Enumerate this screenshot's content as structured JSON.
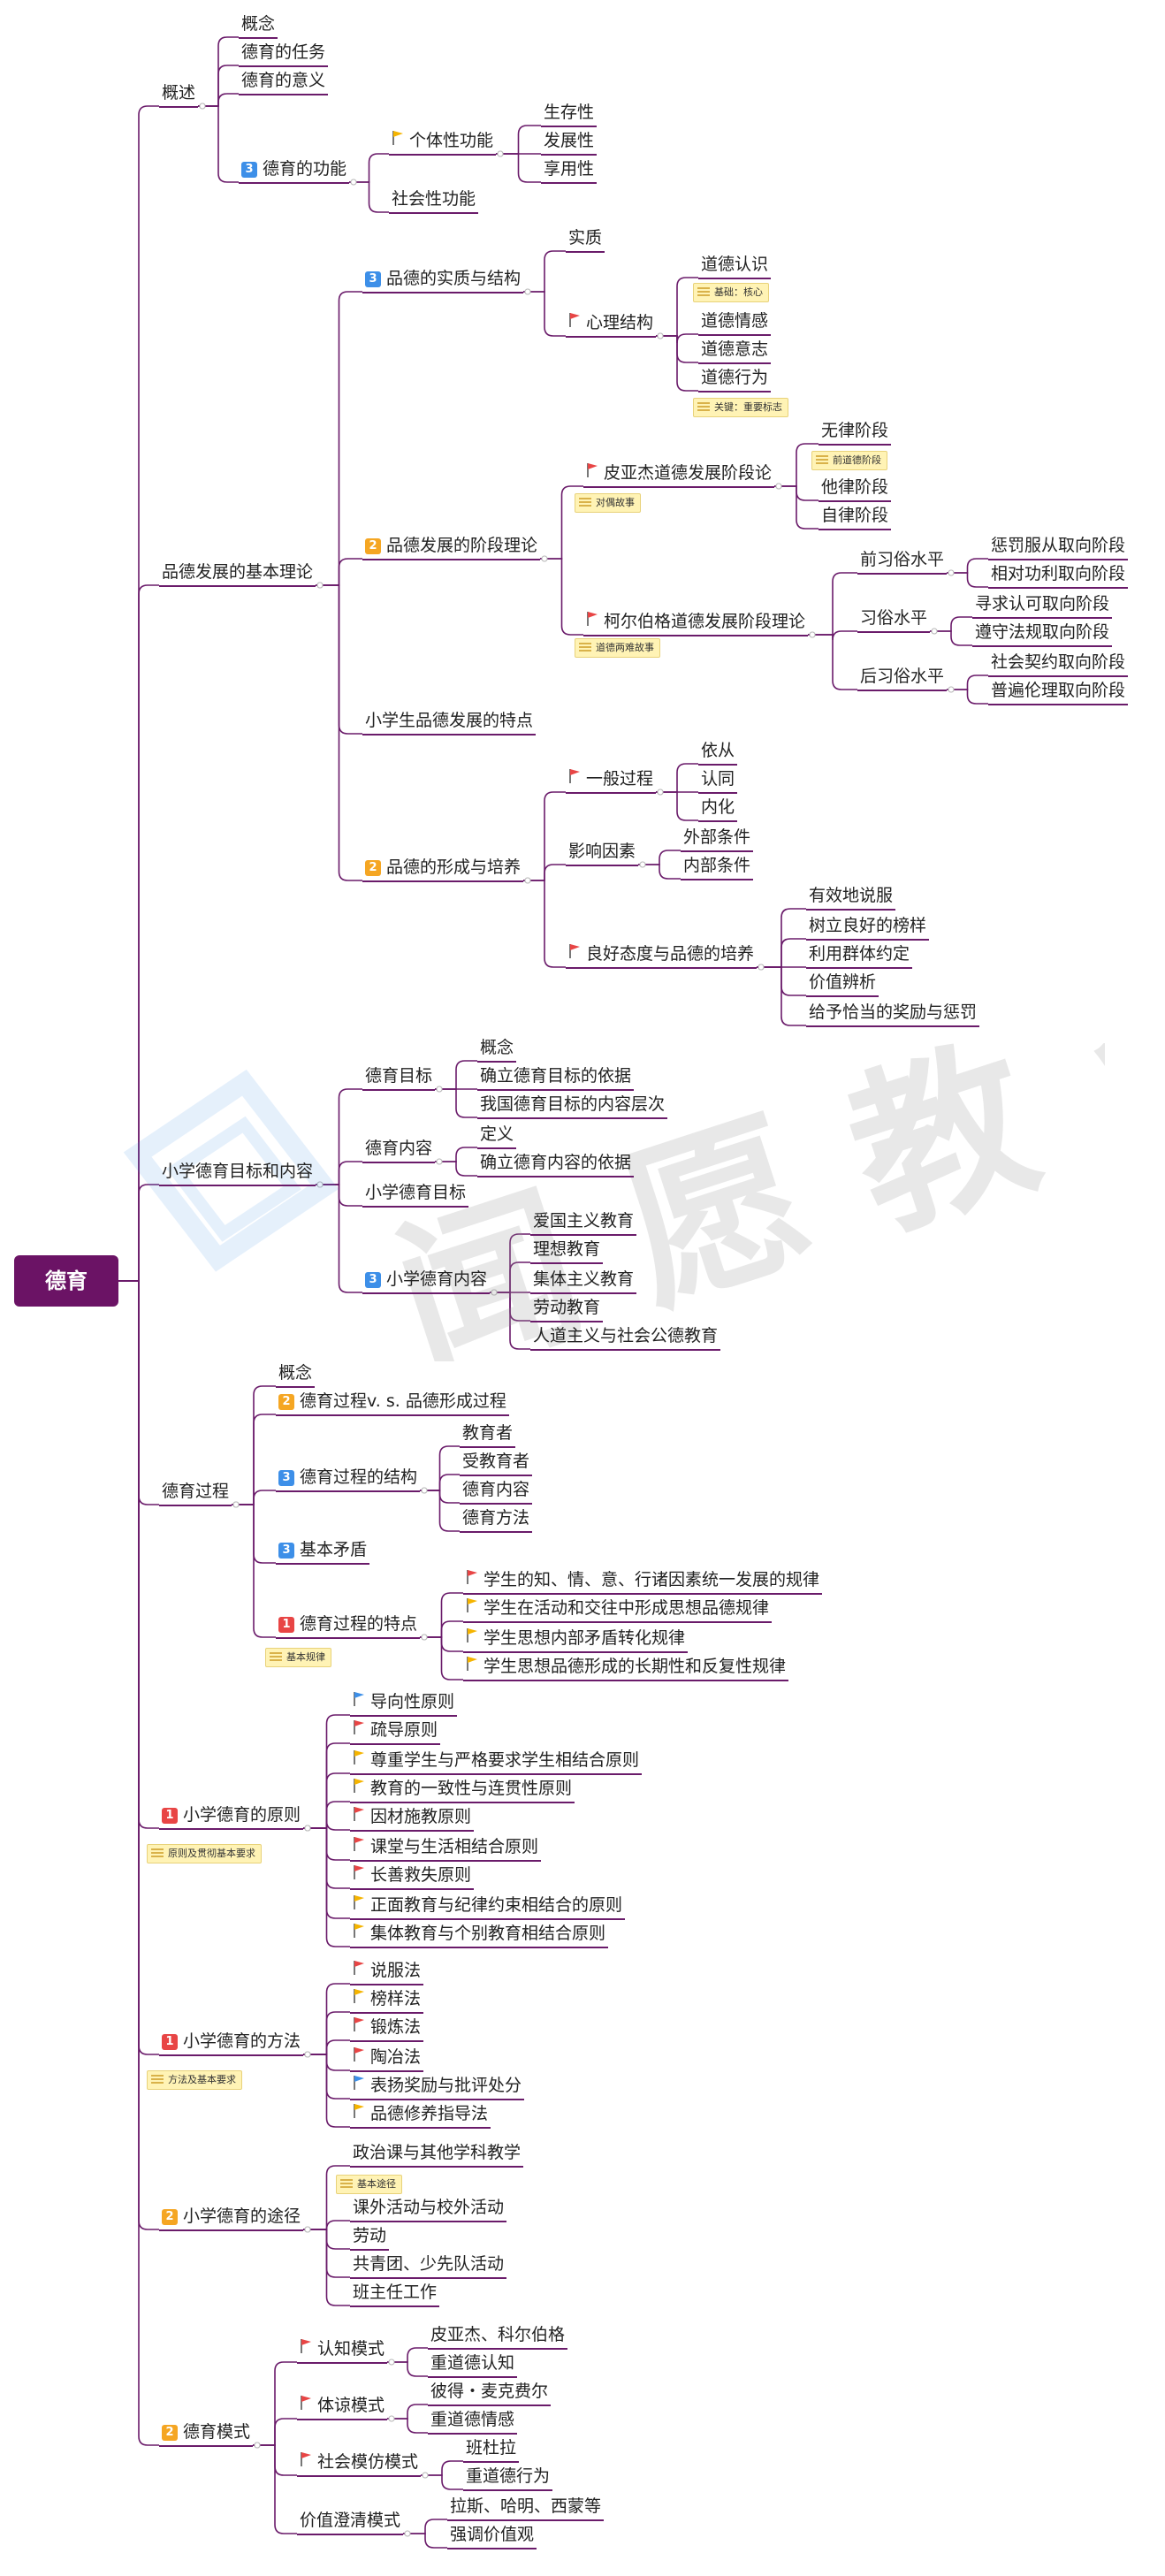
{
  "colors": {
    "branch": "#6a1b6a",
    "root_bg": "#6b1365",
    "badge_red": "#e84545",
    "badge_orange": "#f5a623",
    "badge_blue": "#3d8fe8",
    "flag_red": "#e84545",
    "flag_orange": "#f5b400",
    "flag_blue": "#3d8fe8",
    "note_bg": "#fff3b5"
  },
  "watermark": {
    "text": "闻 愿 教 育"
  },
  "mindmap": {
    "root": {
      "label": "德育"
    },
    "nodes": {
      "n1": {
        "label": "概述"
      },
      "n1a": {
        "label": "概念"
      },
      "n1b": {
        "label": "德育的任务"
      },
      "n1c": {
        "label": "德育的意义"
      },
      "n1d": {
        "label": "德育的功能",
        "badge": "3"
      },
      "n1d1": {
        "label": "个体性功能"
      },
      "n1d1a": {
        "label": "生存性"
      },
      "n1d1b": {
        "label": "发展性"
      },
      "n1d1c": {
        "label": "享用性"
      },
      "n1d2": {
        "label": "社会性功能"
      },
      "n2": {
        "label": "品德发展的基本理论"
      },
      "n2a": {
        "label": "品德的实质与结构",
        "badge": "3"
      },
      "n2a1": {
        "label": "实质"
      },
      "n2a2": {
        "label": "心理结构"
      },
      "n2a2a": {
        "label": "道德认识"
      },
      "n2a2b": {
        "label": "道德情感"
      },
      "n2a2c": {
        "label": "道德意志"
      },
      "n2a2d": {
        "label": "道德行为"
      },
      "n2b": {
        "label": "品德发展的阶段理论",
        "badge": "2"
      },
      "n2b1": {
        "label": "皮亚杰道德发展阶段论"
      },
      "n2b1a": {
        "label": "无律阶段"
      },
      "n2b1b": {
        "label": "他律阶段"
      },
      "n2b1c": {
        "label": "自律阶段"
      },
      "n2b2": {
        "label": "柯尔伯格道德发展阶段理论"
      },
      "n2b2a": {
        "label": "前习俗水平"
      },
      "n2b2a1": {
        "label": "惩罚服从取向阶段"
      },
      "n2b2a2": {
        "label": "相对功利取向阶段"
      },
      "n2b2b": {
        "label": "习俗水平"
      },
      "n2b2b1": {
        "label": "寻求认可取向阶段"
      },
      "n2b2b2": {
        "label": "遵守法规取向阶段"
      },
      "n2b2c": {
        "label": "后习俗水平"
      },
      "n2b2c1": {
        "label": "社会契约取向阶段"
      },
      "n2b2c2": {
        "label": "普遍伦理取向阶段"
      },
      "n2c": {
        "label": "小学生品德发展的特点"
      },
      "n2d": {
        "label": "品德的形成与培养",
        "badge": "2"
      },
      "n2d1": {
        "label": "一般过程"
      },
      "n2d1a": {
        "label": "依从"
      },
      "n2d1b": {
        "label": "认同"
      },
      "n2d1c": {
        "label": "内化"
      },
      "n2d2": {
        "label": "影响因素"
      },
      "n2d2a": {
        "label": "外部条件"
      },
      "n2d2b": {
        "label": "内部条件"
      },
      "n2d3": {
        "label": "良好态度与品德的培养"
      },
      "n2d3a": {
        "label": "有效地说服"
      },
      "n2d3b": {
        "label": "树立良好的榜样"
      },
      "n2d3c": {
        "label": "利用群体约定"
      },
      "n2d3d": {
        "label": "价值辨析"
      },
      "n2d3e": {
        "label": "给予恰当的奖励与惩罚"
      },
      "n3": {
        "label": "小学德育目标和内容"
      },
      "n3a": {
        "label": "德育目标"
      },
      "n3a1": {
        "label": "概念"
      },
      "n3a2": {
        "label": "确立德育目标的依据"
      },
      "n3a3": {
        "label": "我国德育目标的内容层次"
      },
      "n3b": {
        "label": "德育内容"
      },
      "n3b1": {
        "label": "定义"
      },
      "n3b2": {
        "label": "确立德育内容的依据"
      },
      "n3c": {
        "label": "小学德育目标"
      },
      "n3d": {
        "label": "小学德育内容",
        "badge": "3"
      },
      "n3d1": {
        "label": "爱国主义教育"
      },
      "n3d2": {
        "label": "理想教育"
      },
      "n3d3": {
        "label": "集体主义教育"
      },
      "n3d4": {
        "label": "劳动教育"
      },
      "n3d5": {
        "label": "人道主义与社会公德教育"
      },
      "n4": {
        "label": "德育过程"
      },
      "n4a": {
        "label": "概念"
      },
      "n4b": {
        "label": "德育过程v. s. 品德形成过程",
        "badge": "2"
      },
      "n4c": {
        "label": "德育过程的结构",
        "badge": "3"
      },
      "n4c1": {
        "label": "教育者"
      },
      "n4c2": {
        "label": "受教育者"
      },
      "n4c3": {
        "label": "德育内容"
      },
      "n4c4": {
        "label": "德育方法"
      },
      "n4d": {
        "label": "基本矛盾",
        "badge": "3"
      },
      "n4e": {
        "label": "德育过程的特点",
        "badge": "1"
      },
      "n4e1": {
        "label": "学生的知、情、意、行诸因素统一发展的规律"
      },
      "n4e2": {
        "label": "学生在活动和交往中形成思想品德规律"
      },
      "n4e3": {
        "label": "学生思想内部矛盾转化规律"
      },
      "n4e4": {
        "label": "学生思想品德形成的长期性和反复性规律"
      },
      "n5": {
        "label": "小学德育的原则",
        "badge": "1"
      },
      "n5a": {
        "label": "导向性原则"
      },
      "n5b": {
        "label": "疏导原则"
      },
      "n5c": {
        "label": "尊重学生与严格要求学生相结合原则"
      },
      "n5d": {
        "label": "教育的一致性与连贯性原则"
      },
      "n5e": {
        "label": "因材施教原则"
      },
      "n5f": {
        "label": "课堂与生活相结合原则"
      },
      "n5g": {
        "label": "长善救失原则"
      },
      "n5h": {
        "label": "正面教育与纪律约束相结合的原则"
      },
      "n5i": {
        "label": "集体教育与个别教育相结合原则"
      },
      "n6": {
        "label": "小学德育的方法",
        "badge": "1"
      },
      "n6a": {
        "label": "说服法"
      },
      "n6b": {
        "label": "榜样法"
      },
      "n6c": {
        "label": "锻炼法"
      },
      "n6d": {
        "label": "陶冶法"
      },
      "n6e": {
        "label": "表扬奖励与批评处分"
      },
      "n6f": {
        "label": "品德修养指导法"
      },
      "n7": {
        "label": "小学德育的途径",
        "badge": "2"
      },
      "n7a": {
        "label": "政治课与其他学科教学"
      },
      "n7b": {
        "label": "课外活动与校外活动"
      },
      "n7c": {
        "label": "劳动"
      },
      "n7d": {
        "label": "共青团、少先队活动"
      },
      "n7e": {
        "label": "班主任工作"
      },
      "n8": {
        "label": "德育模式",
        "badge": "2"
      },
      "n8a": {
        "label": "认知模式"
      },
      "n8a1": {
        "label": "皮亚杰、科尔伯格"
      },
      "n8a2": {
        "label": "重道德认知"
      },
      "n8b": {
        "label": "体谅模式"
      },
      "n8b1": {
        "label": "彼得・麦克费尔"
      },
      "n8b2": {
        "label": "重道德情感"
      },
      "n8c": {
        "label": "社会模仿模式"
      },
      "n8c1": {
        "label": "班杜拉"
      },
      "n8c2": {
        "label": "重道德行为"
      },
      "n8d": {
        "label": "价值澄清模式"
      },
      "n8d1": {
        "label": "拉斯、哈明、西蒙等"
      },
      "n8d2": {
        "label": "强调价值观"
      }
    },
    "notes": {
      "note1": "基础：核心",
      "note2": "关键：重要标志",
      "note3": "对偶故事",
      "note4": "前道德阶段",
      "note5": "道德两难故事",
      "note6": "基本规律",
      "note7": "原则及贯彻基本要求",
      "note8": "方法及基本要求",
      "note9": "基本途径"
    }
  }
}
